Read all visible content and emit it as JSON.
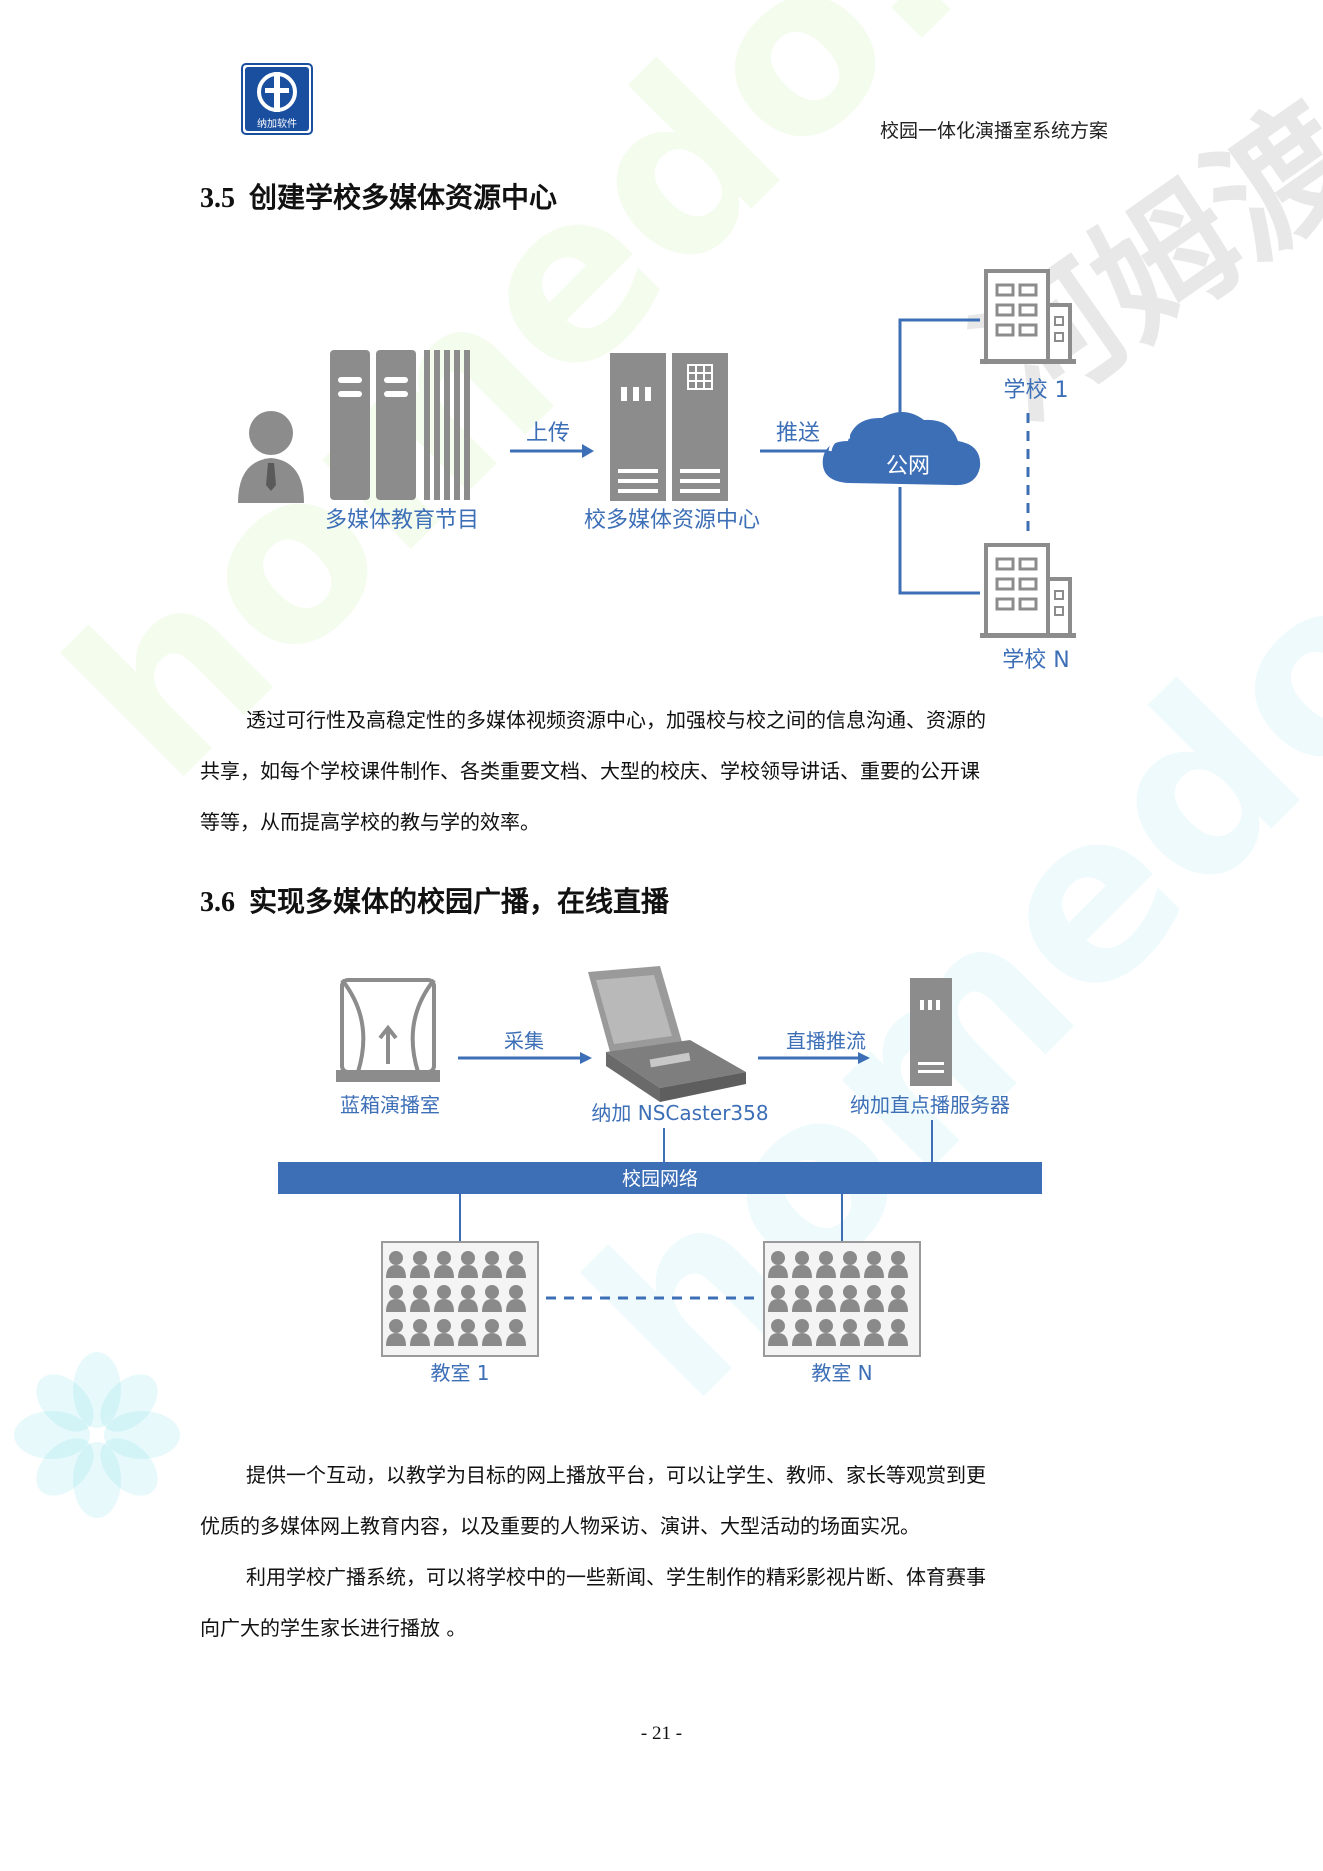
{
  "header": {
    "title": "校园一体化演播室系统方案",
    "logo_text": "纳加软件"
  },
  "section_35": {
    "number": "3.5",
    "title": "创建学校多媒体资源中心",
    "diagram": {
      "edu_programs": "多媒体教育节目",
      "upload": "上传",
      "resource_center": "校多媒体资源中心",
      "push": "推送",
      "public_network": "公网",
      "school_1": "学校 1",
      "school_n": "学校 N"
    },
    "paragraph_lines": [
      "透过可行性及高稳定性的多媒体视频资源中心，加强校与校之间的信息沟通、资源的",
      "共享，如每个学校课件制作、各类重要文档、大型的校庆、学校领导讲话、重要的公开课",
      "等等，从而提高学校的教与学的效率。"
    ]
  },
  "section_36": {
    "number": "3.6",
    "title": "实现多媒体的校园广播，在线直播",
    "diagram": {
      "blue_box_studio": "蓝箱演播室",
      "capture": "采集",
      "nscaster": "纳加 NSCaster358",
      "live_push": "直播推流",
      "live_server": "纳加直点播服务器",
      "campus_network": "校园网络",
      "classroom_1": "教室 1",
      "classroom_n": "教室 N"
    },
    "paragraph1_lines": [
      "提供一个互动，以教学为目标的网上播放平台，可以让学生、教师、家长等观赏到更",
      "优质的多媒体网上教育内容，以及重要的人物采访、演讲、大型活动的场面实况。"
    ],
    "paragraph2_lines": [
      "利用学校广播系统，可以将学校中的一些新闻、学生制作的精彩影视片断、体育赛事",
      "向广大的学生家长进行播放 。"
    ]
  },
  "page_number": "- 21 -",
  "watermarks": [
    "homedo.com",
    "homedo.com",
    "河姆渡"
  ],
  "colors": {
    "diagram_blue": "#3d6fb7",
    "diagram_gray": "#8c8c8c",
    "network_bar": "#3d6fb7"
  }
}
